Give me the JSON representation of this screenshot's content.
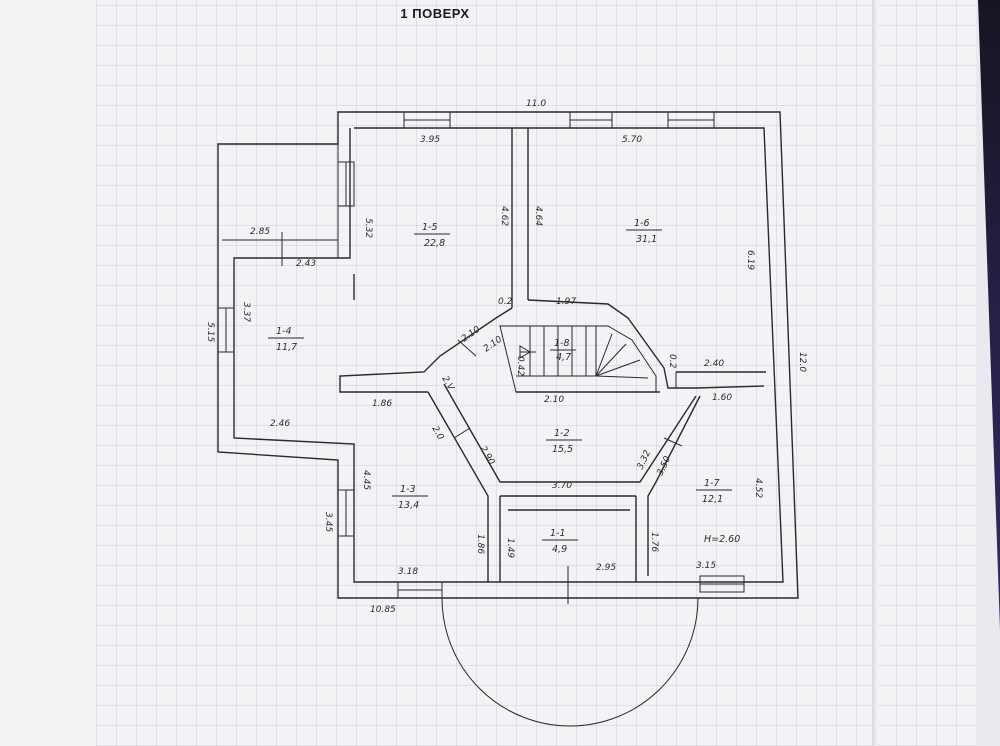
{
  "page_title": "1 ПОВЕРХ",
  "dimensions": {
    "overall_width_top": "11.0",
    "overall_height_right": "12.0",
    "overall_width_bottom": "10.85",
    "room_1_5_top": "3.95",
    "room_1_6_top": "5.70",
    "room_1_5_side": "5.32",
    "room_1_5_side_b": "4.62",
    "room_1_6_side": "4.64",
    "room_1_6_right": "6.19",
    "annex_top": "2.85",
    "annex_step": "2.43",
    "room_1_4_left": "5.15",
    "room_1_4_inner": "3.37",
    "room_1_4_bottom": "2.46",
    "corner_small": "0.2",
    "stair_top": "1.97",
    "stair_diag": "2.10",
    "stair_diag_b": "2.10",
    "stair_side": "0.2",
    "hall_right_top": "2.40",
    "hall_bottom": "2.10",
    "room_1_3_top": "1.86",
    "room_1_7_top": "1.60",
    "hall_diag_left": "2.0",
    "hall_diag_left_b": "2.90",
    "hall_diag_right": "3.32",
    "hall_diag_right_b": "3.50",
    "hall_lower": "3.70",
    "room_1_3_side": "4.45",
    "room_1_3_outer": "3.45",
    "room_1_3_inner": "1.86",
    "room_1_3_bottom": "3.18",
    "room_1_1_left": "1.49",
    "room_1_1_bottom": "2.95",
    "room_1_7_left": "1.76",
    "room_1_7_right": "4.52",
    "room_1_7_bottom": "3.15",
    "ceiling_height": "H=2.60",
    "stair_small": "0.42",
    "hall_small": "2.V"
  },
  "rooms": [
    {
      "id": "1-5",
      "area": "22,8"
    },
    {
      "id": "1-6",
      "area": "31,1"
    },
    {
      "id": "1-4",
      "area": "11,7"
    },
    {
      "id": "1-8",
      "area": "4,7"
    },
    {
      "id": "1-2",
      "area": "15,5"
    },
    {
      "id": "1-3",
      "area": "13,4"
    },
    {
      "id": "1-7",
      "area": "12,1"
    },
    {
      "id": "1-1",
      "area": "4,9"
    }
  ]
}
